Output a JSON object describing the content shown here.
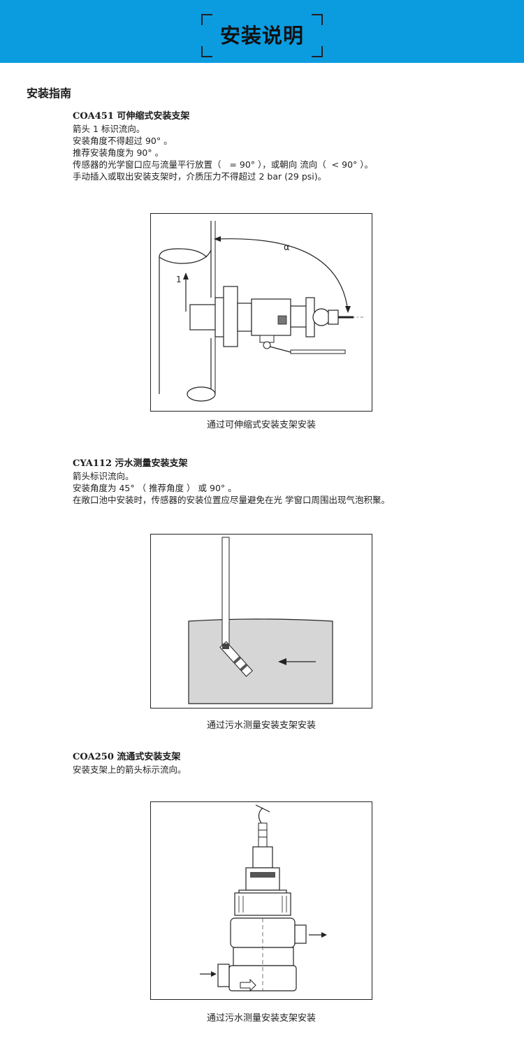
{
  "header": {
    "title": "安装说明"
  },
  "section": {
    "heading": "安装指南"
  },
  "blocks": [
    {
      "subtitle": "COA451 可伸缩式安装支架",
      "lines": [
        "箭头 1 标识流向。",
        "安装角度不得超过 90° 。",
        "推荐安装角度为 90° 。",
        "传感器的光学窗口应与流量平行放置（   = 90° ），或朝向 流向（  < 90° ）。",
        "手动插入或取出安装支架时，介质压力不得超过 2 bar (29 psi)。"
      ],
      "figure": {
        "alpha_label": "α",
        "arrow_label": "1"
      },
      "caption": "通过可伸缩式安装支架安装"
    },
    {
      "subtitle": "CYA112 污水测量安装支架",
      "lines": [
        "箭头标识流向。",
        "安装角度为 45° （ 推荐角度 ） 或 90° 。",
        "在敞口池中安装时，传感器的安装位置应尽量避免在光 学窗口周围出现气泡积聚。"
      ],
      "caption": "通过污水测量安装支架安装"
    },
    {
      "subtitle": "COA250 流通式安装支架",
      "lines": [
        "安装支架上的箭头标示流向。"
      ],
      "caption": "通过污水测量安装支架安装"
    }
  ]
}
